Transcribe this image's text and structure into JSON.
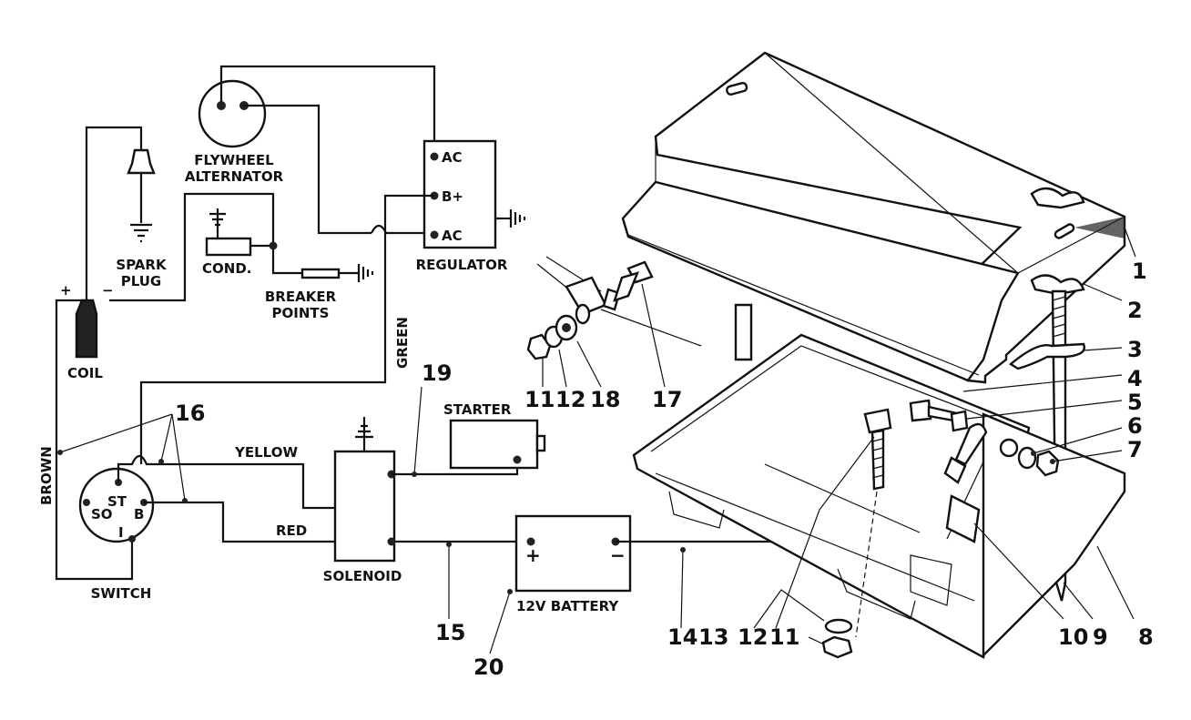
{
  "schematic": {
    "flywheel_alternator": "FLYWHEEL\nALTERNATOR",
    "spark_plug": "SPARK\nPLUG",
    "condenser": "COND.",
    "breaker_points": "BREAKER\nPOINTS",
    "regulator": "REGULATOR",
    "reg_ac_top": "AC",
    "reg_bplus": "B+",
    "reg_ac_bottom": "AC",
    "coil": "COIL",
    "coil_plus": "+",
    "coil_minus": "−",
    "wire_green": "GREEN",
    "wire_brown": "BROWN",
    "wire_yellow": "YELLOW",
    "wire_red": "RED",
    "starter": "STARTER",
    "solenoid": "SOLENOID",
    "battery": "12V BATTERY",
    "battery_plus": "+",
    "battery_minus": "−",
    "switch": "SWITCH",
    "switch_st": "ST",
    "switch_so": "SO",
    "switch_b": "B",
    "switch_i": "I"
  },
  "callouts": {
    "c1": "1",
    "c2": "2",
    "c3": "3",
    "c4": "4",
    "c5": "5",
    "c6": "6",
    "c7": "7",
    "c8": "8",
    "c9": "9",
    "c10": "10",
    "c11a": "11",
    "c12a": "12",
    "c18": "18",
    "c17": "17",
    "c11b": "11",
    "c12b": "12",
    "c13": "13",
    "c14": "14",
    "c15": "15",
    "c16": "16",
    "c19": "19",
    "c20": "20"
  }
}
